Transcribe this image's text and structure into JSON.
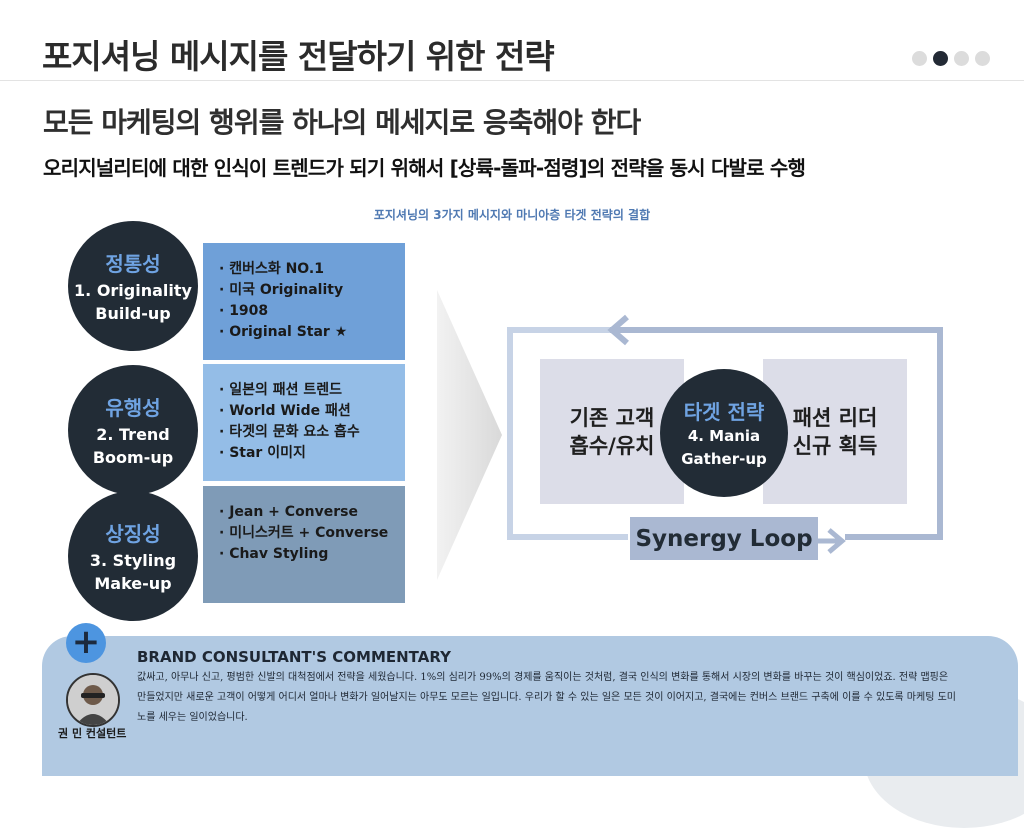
{
  "header": {
    "title": "포지셔닝 메시지를 전달하기 위한 전략",
    "pager": {
      "total": 4,
      "active_index": 1
    }
  },
  "subtitle": "모든 마케팅의 행위를 하나의 메세지로 응축해야 한다",
  "description": "오리지널리티에 대한 인식이 트렌드가 되기 위해서 [상륙-돌파-점령]의 전략을 동시 다발로 수행",
  "diagram": {
    "caption": "포지셔닝의 3가지 메시지와 마니아층 타겟 전략의 결합",
    "strategies": [
      {
        "title_ko": "정통성",
        "line1": "1. Originality",
        "line2": "Build-up",
        "bullets": [
          "· 캔버스화 NO.1",
          "· 미국 Originality",
          "· 1908",
          "· Original Star ★"
        ]
      },
      {
        "title_ko": "유행성",
        "line1": "2. Trend",
        "line2": "Boom-up",
        "bullets": [
          "· 일본의 패션 트렌드",
          "· World Wide 패션",
          "· 타겟의 문화 요소 흡수",
          "· Star 이미지"
        ]
      },
      {
        "title_ko": "상징성",
        "line1": "3. Styling",
        "line2": "Make-up",
        "bullets": [
          "· Jean + Converse",
          "· 미니스커트 + Converse",
          "· Chav Styling"
        ]
      }
    ],
    "loop": {
      "left_box": {
        "line1": "기존 고객",
        "line2": "흡수/유치"
      },
      "right_box": {
        "line1": "패션 리더",
        "line2": "신규 획득"
      },
      "center": {
        "title_ko": "타겟 전략",
        "line1": "4. Mania",
        "line2": "Gather-up"
      },
      "synergy_label": "Synergy Loop"
    }
  },
  "commentary": {
    "title": "BRAND CONSULTANT'S COMMENTARY",
    "text": "값싸고, 아무나 신고, 평범한 신발의 대척점에서 전략을 세웠습니다. 1%의 심리가 99%의 경제를 움직이는 것처럼, 결국 인식의 변화를 통해서 시장의 변화를 바꾸는 것이 핵심이었죠. 전략 맵핑은 만들었지만 새로운 고객이 어떻게 어디서 얼마나 변화가 일어날지는 아무도 모르는 일입니다. 우리가 할 수 있는 일은 모든 것이 이어지고, 결국에는 컨버스 브랜드 구축에 이를 수 있도록 마케팅 도미노를 세우는 일이었습니다.",
    "consultant_name": "권 민 컨설턴트",
    "plus_symbol": "+"
  },
  "colors": {
    "dark_navy": "#222c36",
    "accent_blue": "#6fa3e2",
    "box1": "#6fa0d8",
    "box2": "#94bde7",
    "box3": "#7f9bb7",
    "commentary_bg": "#b1c9e2"
  }
}
